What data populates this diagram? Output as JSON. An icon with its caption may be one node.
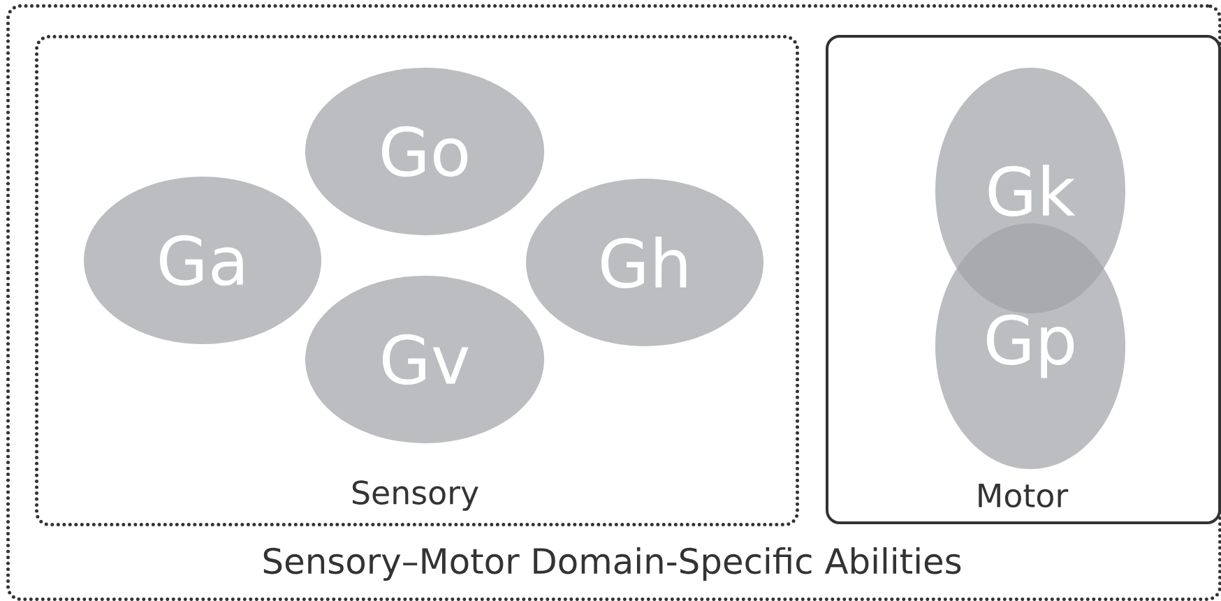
{
  "diagram": {
    "nodes": [
      {
        "text": [
          "Sensory–Motor Domain-Specific Abilities"
        ]
      },
      {
        "text": [
          "Sensory"
        ],
        "in": 0
      },
      {
        "text": [
          "Go"
        ],
        "in": 1
      },
      {
        "text": [
          "Ga"
        ],
        "in": 1
      },
      {
        "text": [
          "Gh"
        ],
        "in": 1
      },
      {
        "text": [
          "Gv"
        ],
        "in": 1
      },
      {
        "text": [
          "Motor"
        ],
        "in": 0
      },
      {
        "text": [
          "Gk"
        ],
        "in": 6
      },
      {
        "text": [
          "Gp"
        ],
        "in": 6
      }
    ]
  }
}
